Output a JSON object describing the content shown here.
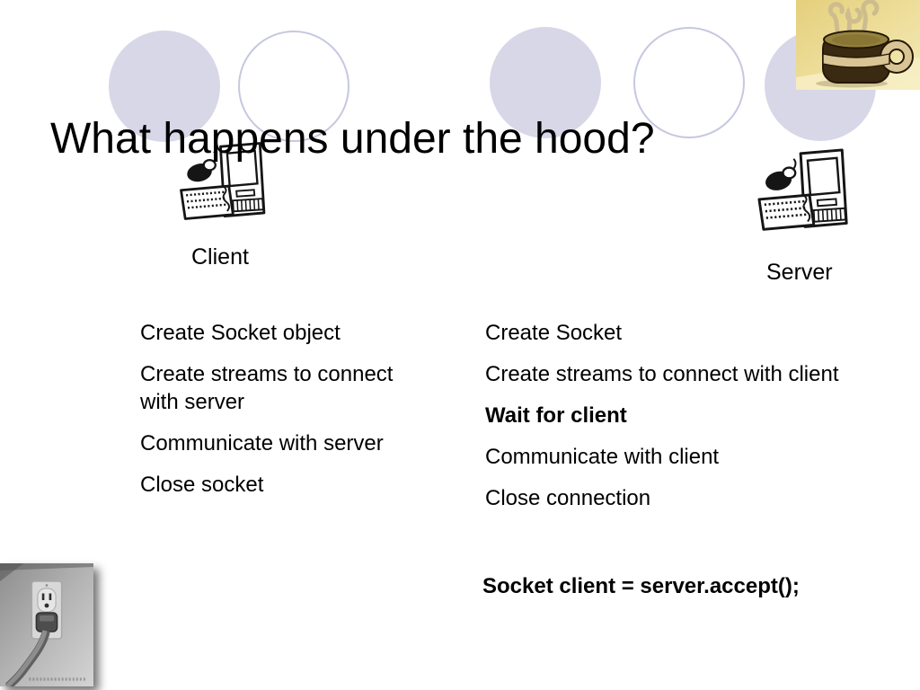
{
  "slide": {
    "title": "What happens under the hood?",
    "client": {
      "label": "Client",
      "steps": [
        "Create Socket object",
        "Create streams to connect with server",
        "Communicate with server",
        "Close socket"
      ]
    },
    "server": {
      "label": "Server",
      "steps": [
        {
          "text": "Create Socket",
          "bold": false
        },
        {
          "text": "Create streams to connect with client",
          "bold": false
        },
        {
          "text": "Wait for client",
          "bold": true
        },
        {
          "text": "Communicate with client",
          "bold": false
        },
        {
          "text": "Close connection",
          "bold": false
        }
      ]
    },
    "code_line": "Socket client = server.accept();",
    "colors": {
      "background": "#ffffff",
      "text": "#000000",
      "circle_fill": "#d7d7e8",
      "circle_outline": "#c6c8e0"
    },
    "images": {
      "coffee_mug_photo": "coffee-mug-with-wire-steam-photo",
      "client_computer": "hand-drawn-computer-clipart",
      "server_computer": "hand-drawn-computer-clipart",
      "power_outlet_photo": "plug-in-wall-outlet-photo"
    }
  }
}
